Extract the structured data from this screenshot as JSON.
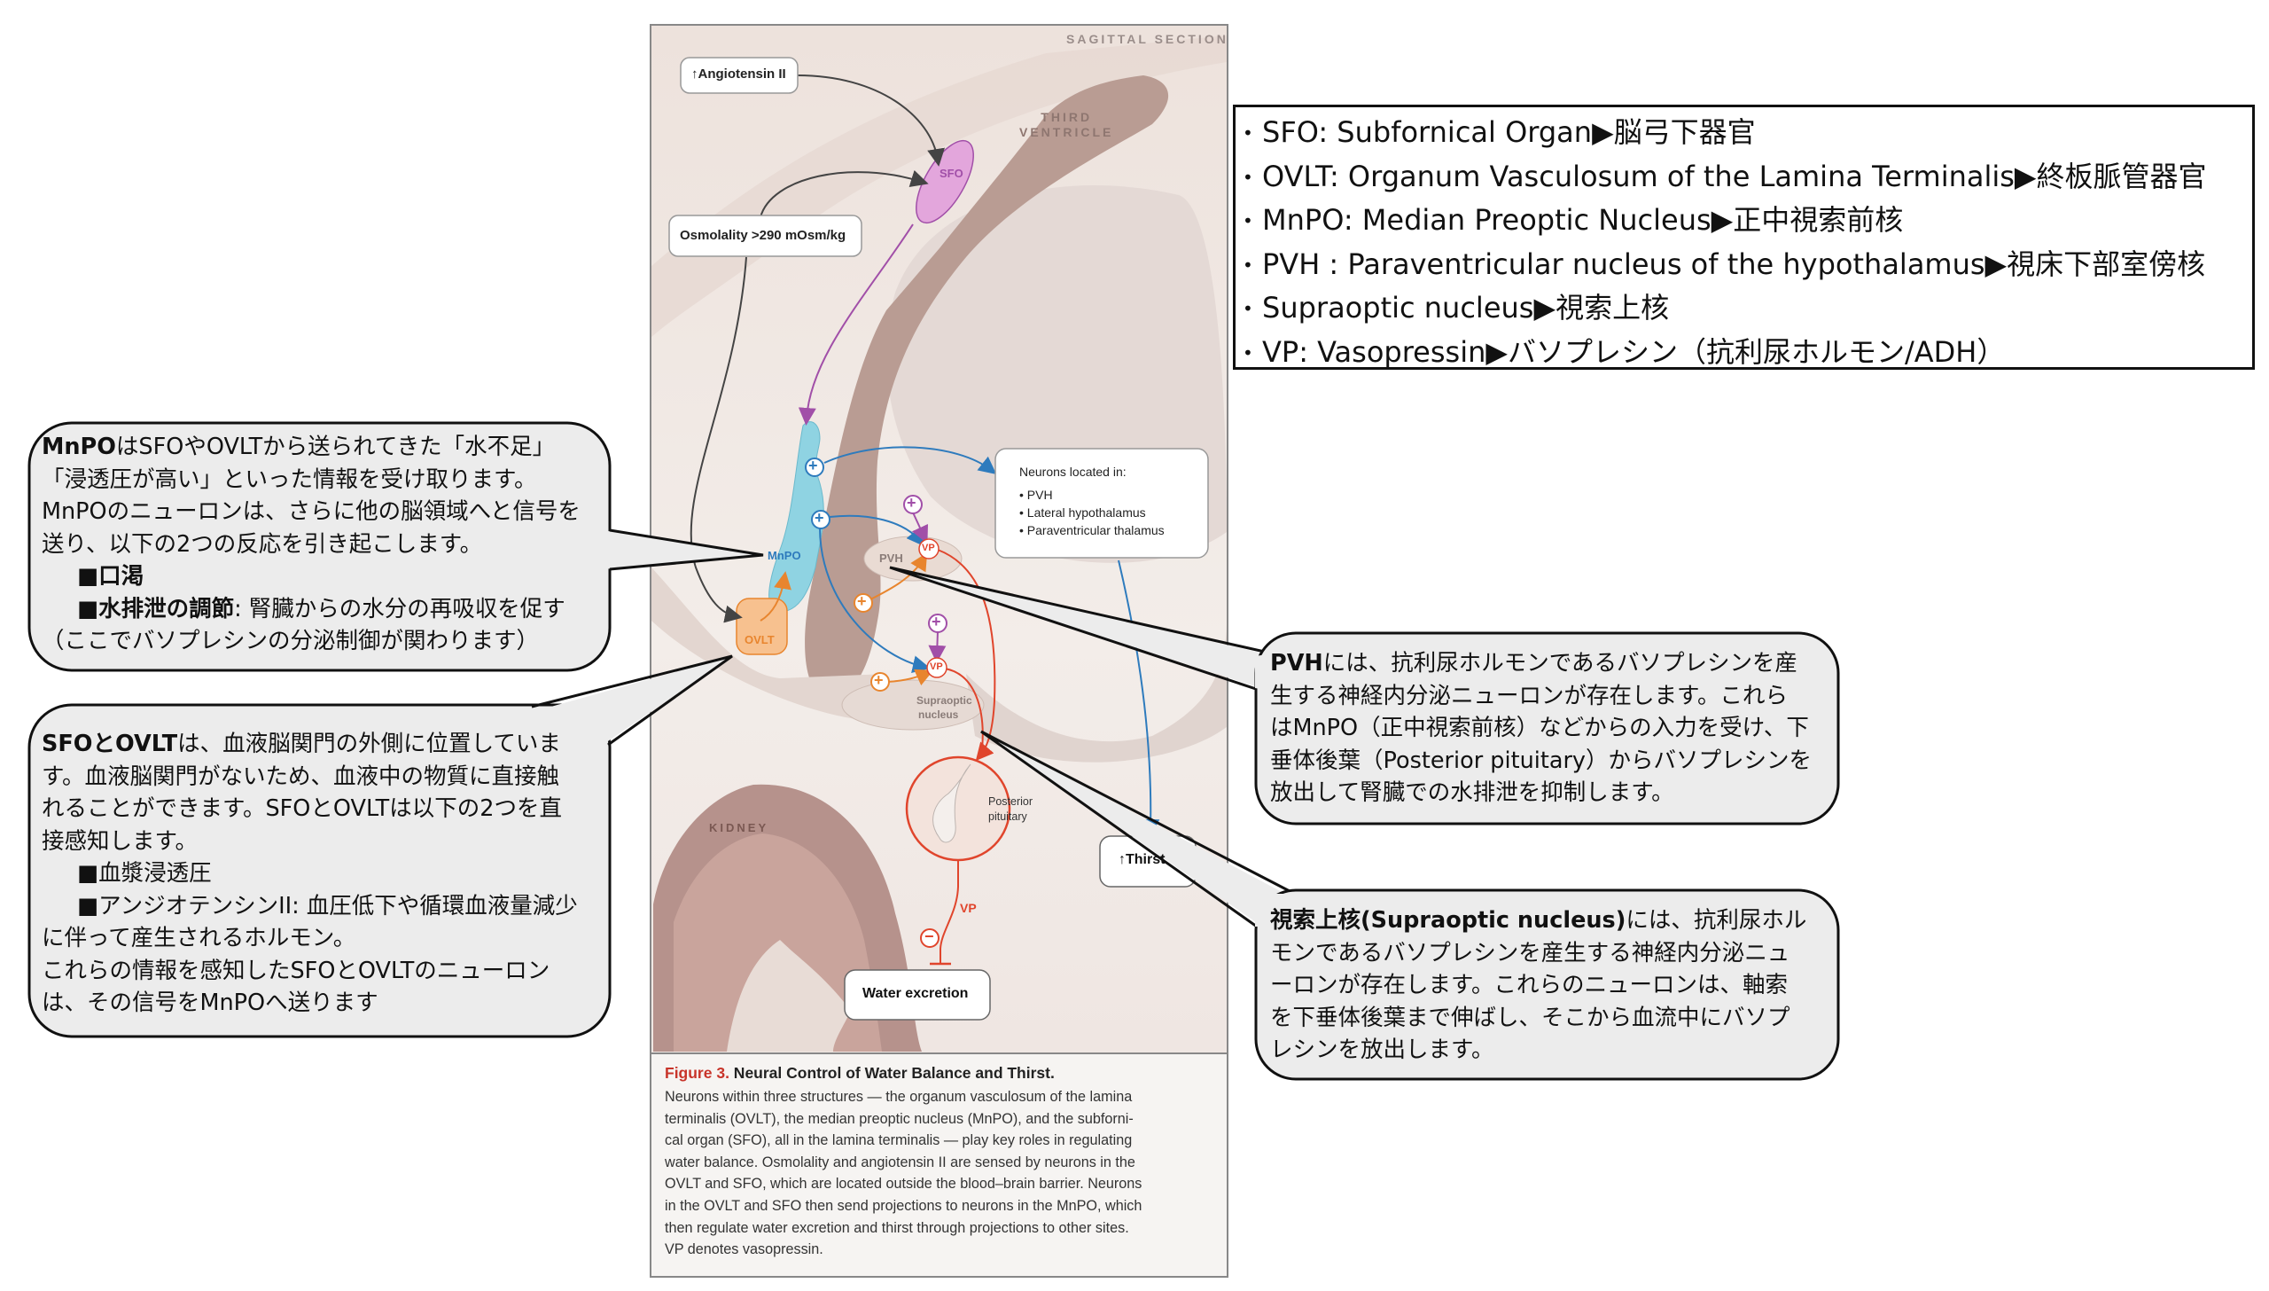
{
  "glossary": {
    "items": [
      "SFO: Subfornical Organ▶脳弓下器官",
      "OVLT: Organum Vasculosum of the Lamina Terminalis▶終板脈管器官",
      "MnPO: Median Preoptic Nucleus▶正中視索前核",
      "PVH : Paraventricular nucleus of the hypothalamus▶視床下部室傍核",
      "Supraoptic nucleus▶視索上核",
      "VP: Vasopressin▶バソプレシン（抗利尿ホルモン/ADH）"
    ]
  },
  "callouts": {
    "mnpo": {
      "bold": "MnPO",
      "l1": "はSFOやOVLTから送られてきた「水不足」",
      "l2": "「浸透圧が高い」といった情報を受け取ります。",
      "l3": "MnPOのニューロンは、さらに他の脳領域へと信号を",
      "l4": "送り、以下の2つの反応を引き起こします。",
      "b1": "■口渇",
      "b2_bold": "■水排泄の調節",
      "b2": ": 腎臓からの水分の再吸収を促す",
      "l5": "（ここでバソプレシンの分泌制御が関わります）"
    },
    "sfo": {
      "bold": "SFOとOVLT",
      "l1": "は、血液脳関門の外側に位置していま",
      "l2": "す。血液脳関門がないため、血液中の物質に直接触",
      "l3": "れることができます。SFOとOVLTは以下の2つを直",
      "l4": "接感知します。",
      "b1": "■血漿浸透圧",
      "b2": "■アンジオテンシンII: 血圧低下や循環血液量減少",
      "l5": "に伴って産生されるホルモン。",
      "l6": "これらの情報を感知したSFOとOVLTのニューロン",
      "l7": "は、その信号をMnPOへ送ります"
    },
    "pvh": {
      "bold": "PVH",
      "l1": "には、抗利尿ホルモンであるバソプレシンを産",
      "l2": "生する神経内分泌ニューロンが存在します。これら",
      "l3": "はMnPO（正中視索前核）などからの入力を受け、下",
      "l4": "垂体後葉（Posterior pituitary）からバソプレシンを",
      "l5": "放出して腎臓での水排泄を抑制します。"
    },
    "son": {
      "bold": "視索上核(Supraoptic nucleus)",
      "l1": "には、抗利尿ホル",
      "l2": "モンであるバソプレシンを産生する神経内分泌ニュ",
      "l3": "ーロンが存在します。これらのニューロンは、軸索",
      "l4": "を下垂体後葉まで伸ばし、そこから血流中にバソプ",
      "l5": "レシンを放出します。"
    }
  },
  "figure": {
    "section_label": "SAGITTAL SECTION",
    "angiotensin": "↑Angiotensin II",
    "osmolality": "Osmolality >290 mOsm/kg",
    "third_ventricle_1": "THIRD",
    "third_ventricle_2": "VENTRICLE",
    "sfo": "SFO",
    "mnpo": "MnPO",
    "ovlt": "OVLT",
    "pvh": "PVH",
    "vp": "VP",
    "supraoptic_1": "Supraoptic",
    "supraoptic_2": "nucleus",
    "posterior_1": "Posterior",
    "posterior_2": "pituitary",
    "kidney": "KIDNEY",
    "vp_line": "VP",
    "water_excretion": "Water excretion",
    "thirst": "↑Thirst",
    "neurons_title": "Neurons located in:",
    "neurons_items": [
      "• PVH",
      "• Lateral hypothalamus",
      "• Paraventricular thalamus"
    ],
    "plus": "+",
    "minus": "−",
    "colors": {
      "sfo": "#a14fa8",
      "mnpo": "#2e7bbd",
      "ovlt": "#e8852e",
      "vp": "#e0452c"
    }
  },
  "caption": {
    "figure_no": "Figure 3.",
    "title": " Neural Control of Water Balance and Thirst.",
    "body": "Neurons within three structures — the organum vasculosum of the lamina\nterminalis (OVLT), the median preoptic nucleus (MnPO), and the subforni-\ncal organ (SFO), all in the lamina terminalis — play key roles in regulating\nwater balance. Osmolality and angiotensin II are sensed by neurons in the\nOVLT and SFO, which are located outside the blood–brain barrier. Neurons\nin the OVLT and SFO then send projections to neurons in the MnPO, which\nthen regulate water excretion and thirst through projections to other sites.\nVP denotes vasopressin."
  }
}
